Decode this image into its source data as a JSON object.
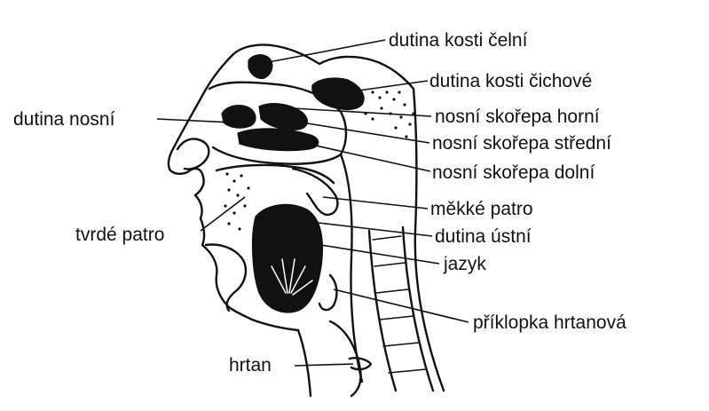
{
  "labels": {
    "frontal_sinus": "dutina kosti čelní",
    "sphenoid_sinus": "dutina kosti čichové",
    "nasal_cavity": "dutina nosní",
    "superior_concha": "nosní skořepa horní",
    "middle_concha": "nosní skořepa střední",
    "inferior_concha": "nosní skořepa dolní",
    "soft_palate": "měkké patro",
    "hard_palate": "tvrdé patro",
    "oral_cavity": "dutina ústní",
    "tongue": "jazyk",
    "epiglottis": "příklopka hrtanová",
    "larynx": "hrtan"
  },
  "colors": {
    "ink": "#111111",
    "background": "#ffffff"
  }
}
